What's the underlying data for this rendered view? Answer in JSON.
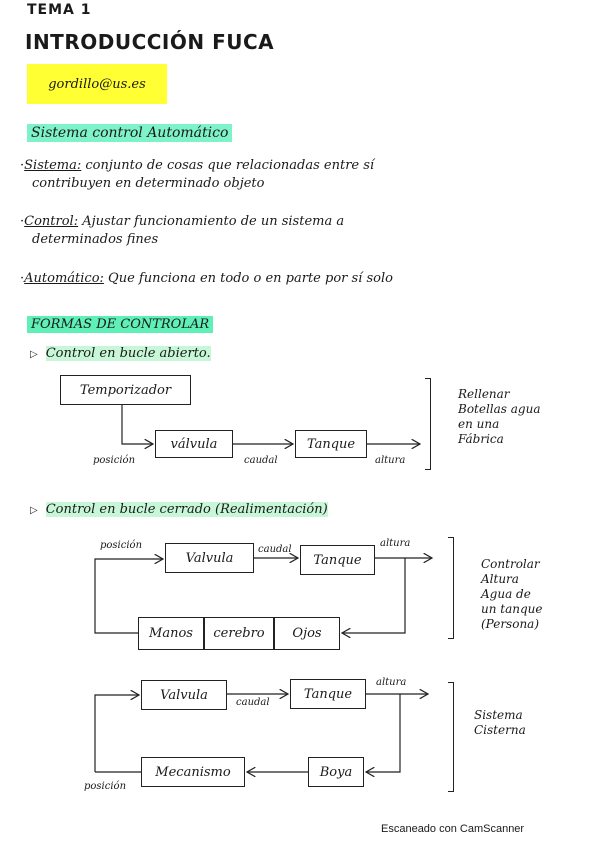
{
  "header": {
    "tema": "TEMA 1",
    "title": "INTRODUCCIÓN FUCA",
    "email": "gordillo@us.es"
  },
  "section1": {
    "heading": "Sistema control Automático",
    "items": [
      {
        "bullet": "·",
        "term": "Sistema:",
        "text_line1": " conjunto de cosas que relacionadas entre sí",
        "text_line2": "contribuyen en determinado objeto"
      },
      {
        "bullet": "·",
        "term": "Control:",
        "text_line1": " Ajustar funcionamiento de un sistema a",
        "text_line2": "determinados fines"
      },
      {
        "bullet": "·",
        "term": "Automático:",
        "text_line1": " Que funciona en todo o en parte por sí solo",
        "text_line2": ""
      }
    ]
  },
  "section2": {
    "heading": "FORMAS DE CONTROLAR",
    "open_loop": {
      "marker": "▷",
      "title": "Control en bucle abierto.",
      "boxes": {
        "temporizador": "Temporizador",
        "valvula": "válvula",
        "tanque": "Tanque"
      },
      "labels": {
        "posicion": "posición",
        "caudal": "caudal",
        "altura": "altura"
      },
      "note": "Rellenar\nBotellas agua\nen una\nFábrica"
    },
    "closed_loop": {
      "marker": "▷",
      "title": "Control en bucle cerrado (Realimentación)",
      "boxes": {
        "valvula": "Valvula",
        "tanque": "Tanque",
        "manos": "Manos",
        "cerebro": "cerebro",
        "ojos": "Ojos"
      },
      "labels": {
        "posicion": "posición",
        "caudal": "caudal",
        "altura": "altura"
      },
      "note": "Controlar\nAltura\nAgua de\nun tanque\n(Persona)"
    },
    "cistern": {
      "boxes": {
        "valvula": "Valvula",
        "tanque": "Tanque",
        "mecanismo": "Mecanismo",
        "boya": "Boya"
      },
      "labels": {
        "caudal": "caudal",
        "altura": "altura",
        "posicion": "posición"
      },
      "note": "Sistema\nCisterna"
    }
  },
  "footer": {
    "scanner": "Escaneado con CamScanner"
  }
}
